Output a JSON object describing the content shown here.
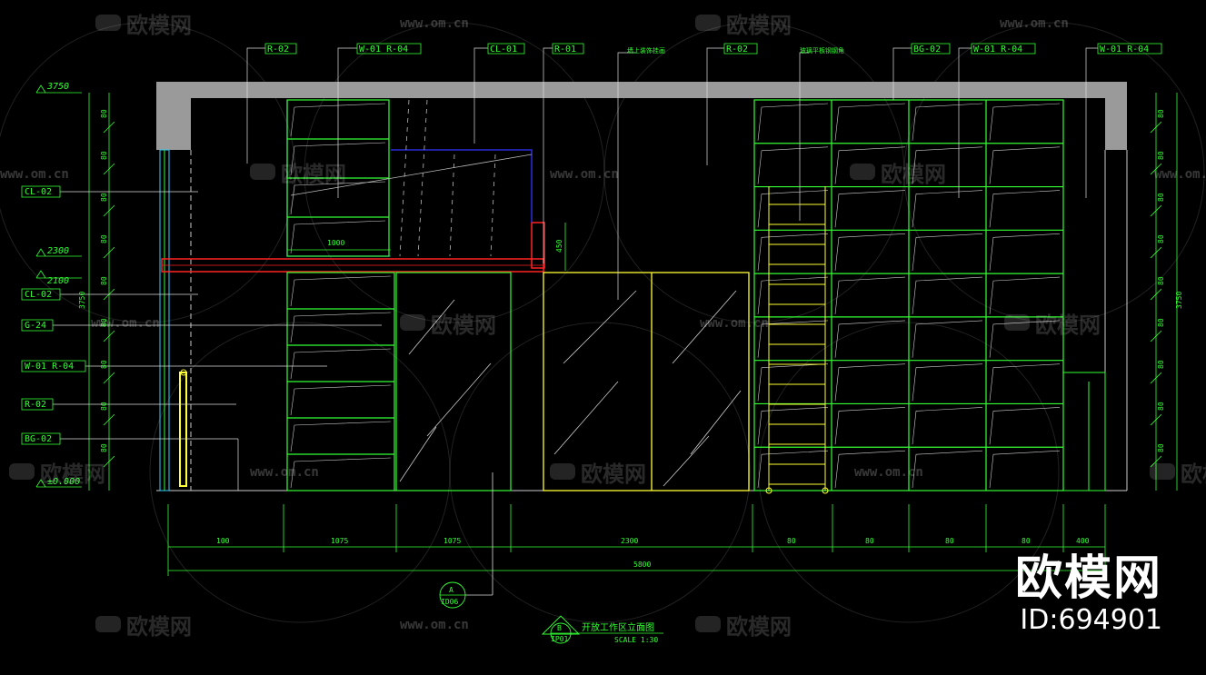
{
  "watermarks": {
    "logo_text": "欧模网",
    "url_text": "www.om.cn"
  },
  "brand": {
    "name": "欧模网",
    "id_label": "ID:694901"
  },
  "colors": {
    "background": "#000000",
    "frame": "#33ff33",
    "dimension": "#33ff33",
    "glass_frame": "#ffff33",
    "beam": "#ff2222",
    "ceiling": "#aaaaaa",
    "section_line": "#3333ff",
    "hatch": "#cccccc"
  },
  "material_tags_top": [
    "R-02",
    "W-01 R-04",
    "CL-01",
    "R-01",
    "R-02",
    "BG-02",
    "W-01 R-04",
    "W-01 R-04"
  ],
  "top_notes": [
    "墙上装饰挂画",
    "玻璃平板钢钢角"
  ],
  "material_tags_left": [
    "CL-02",
    "CL-02",
    "G-24",
    "W-01 R-04",
    "R-02",
    "BG-02"
  ],
  "levels": [
    "3750",
    "2300",
    "2100",
    "±0.000"
  ],
  "dimensions": {
    "bottom_segments": [
      "100",
      "1075",
      "1075",
      "2300",
      "80",
      "80",
      "80",
      "80",
      "400"
    ],
    "total": "5800",
    "beam_width": "1000",
    "beam_height": "450",
    "left_total": "3750",
    "right_total": "3750",
    "shelf_step": "80"
  },
  "detail_callout": {
    "letter": "A",
    "sheet": "ID06"
  },
  "title_block": {
    "letter": "B",
    "sheet": "IP01",
    "title": "开放工作区立面图",
    "scale": "SCALE 1:30"
  }
}
